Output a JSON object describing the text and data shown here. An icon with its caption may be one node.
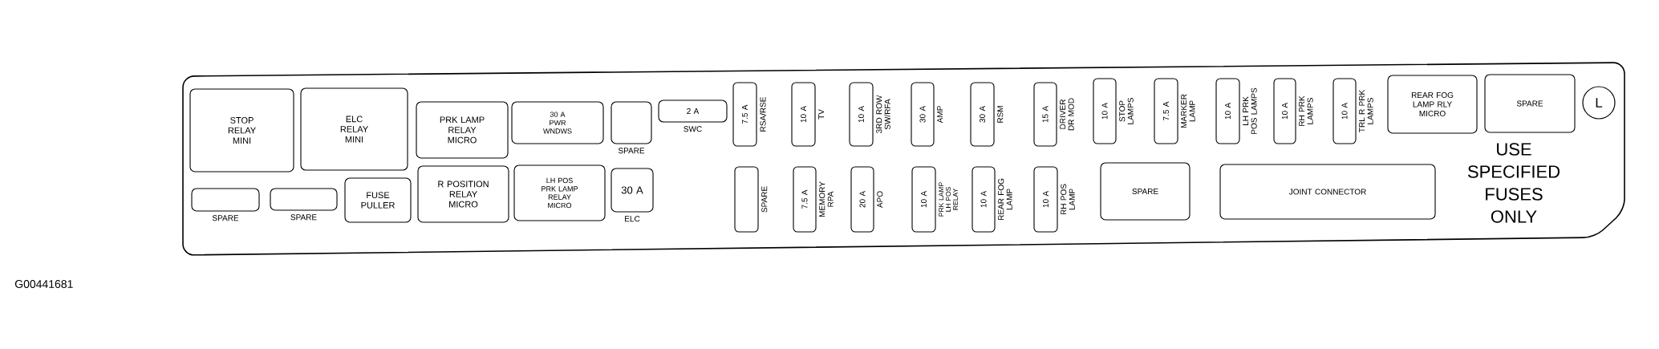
{
  "diagram": {
    "nodes": [
      {
        "text": [
          "USE SPECIFIED FUSES ONLY"
        ]
      },
      {
        "text": [
          "STOP RELAY MINI"
        ],
        "in": 0
      },
      {
        "text": [
          "ELC RELAY MINI"
        ],
        "in": 0
      },
      {
        "text": [],
        "shape": "box",
        "beside": [
          "SPARE"
        ],
        "in": 0
      },
      {
        "text": [],
        "shape": "box",
        "beside": [
          "SPARE"
        ],
        "in": 0
      },
      {
        "text": [
          "FUSE PULLER"
        ],
        "in": 0
      },
      {
        "text": [
          "PRK LAMP RELAY MICRO"
        ],
        "in": 0
      },
      {
        "text": [
          "R POSITION RELAY MICRO"
        ],
        "in": 0
      },
      {
        "text": [
          "30 A PWR WNDWS"
        ],
        "in": 0
      },
      {
        "text": [
          "LH POS PRK LAMP RELAY MICRO"
        ],
        "in": 0
      },
      {
        "text": [],
        "shape": "box",
        "beside": [
          "SPARE"
        ],
        "in": 0
      },
      {
        "text": [
          "30 A"
        ],
        "beside": [
          "ELC"
        ],
        "in": 0
      },
      {
        "text": [
          "2 A"
        ],
        "beside": [
          "SWC"
        ],
        "in": 0
      },
      {
        "text": [
          "7.5 A"
        ],
        "beside": [
          "RSA/RSE"
        ],
        "in": 0
      },
      {
        "text": [],
        "shape": "box",
        "beside": [
          "SPARE"
        ],
        "in": 0
      },
      {
        "text": [
          "10 A"
        ],
        "beside": [
          "TV"
        ],
        "in": 0
      },
      {
        "text": [
          "7.5 A"
        ],
        "beside": [
          "MEMORY RPA"
        ],
        "in": 0
      },
      {
        "text": [
          "10 A"
        ],
        "beside": [
          "3RD ROW SW/RFA"
        ],
        "in": 0
      },
      {
        "text": [
          "20 A"
        ],
        "beside": [
          "APO"
        ],
        "in": 0
      },
      {
        "text": [
          "30 A"
        ],
        "beside": [
          "AMP"
        ],
        "in": 0
      },
      {
        "text": [
          "10 A"
        ],
        "beside": [
          "PRK LAMP LH POS RELAY"
        ],
        "in": 0
      },
      {
        "text": [
          "30 A"
        ],
        "beside": [
          "RSM"
        ],
        "in": 0
      },
      {
        "text": [
          "10 A"
        ],
        "beside": [
          "REAR FOG LAMP"
        ],
        "in": 0
      },
      {
        "text": [
          "15 A"
        ],
        "beside": [
          "DRIVER DR MOD"
        ],
        "in": 0
      },
      {
        "text": [
          "10 A"
        ],
        "beside": [
          "RH POS LAMP"
        ],
        "in": 0
      },
      {
        "text": [
          "10 A"
        ],
        "beside": [
          "STOP LAMPS"
        ],
        "in": 0
      },
      {
        "text": [
          "SPARE"
        ],
        "in": 0
      },
      {
        "text": [
          "7.5 A"
        ],
        "beside": [
          "MARKER LAMP"
        ],
        "in": 0
      },
      {
        "text": [
          "10 A"
        ],
        "beside": [
          "LH PRK POS LAMPS"
        ],
        "in": 0
      },
      {
        "text": [
          "10 A"
        ],
        "beside": [
          "RH PRK LAMPS"
        ],
        "in": 0
      },
      {
        "text": [
          "JOINT CONNECTOR"
        ],
        "in": 0
      },
      {
        "text": [
          "10 A"
        ],
        "beside": [
          "TRL R PRK LAMPS"
        ],
        "in": 0
      },
      {
        "text": [
          "REAR FOG LAMP RLY MICRO"
        ],
        "in": 0
      },
      {
        "text": [
          "SPARE"
        ],
        "in": 0
      },
      {
        "text": [
          "L"
        ],
        "in": 0
      }
    ],
    "labels": [
      "G00441681"
    ]
  }
}
